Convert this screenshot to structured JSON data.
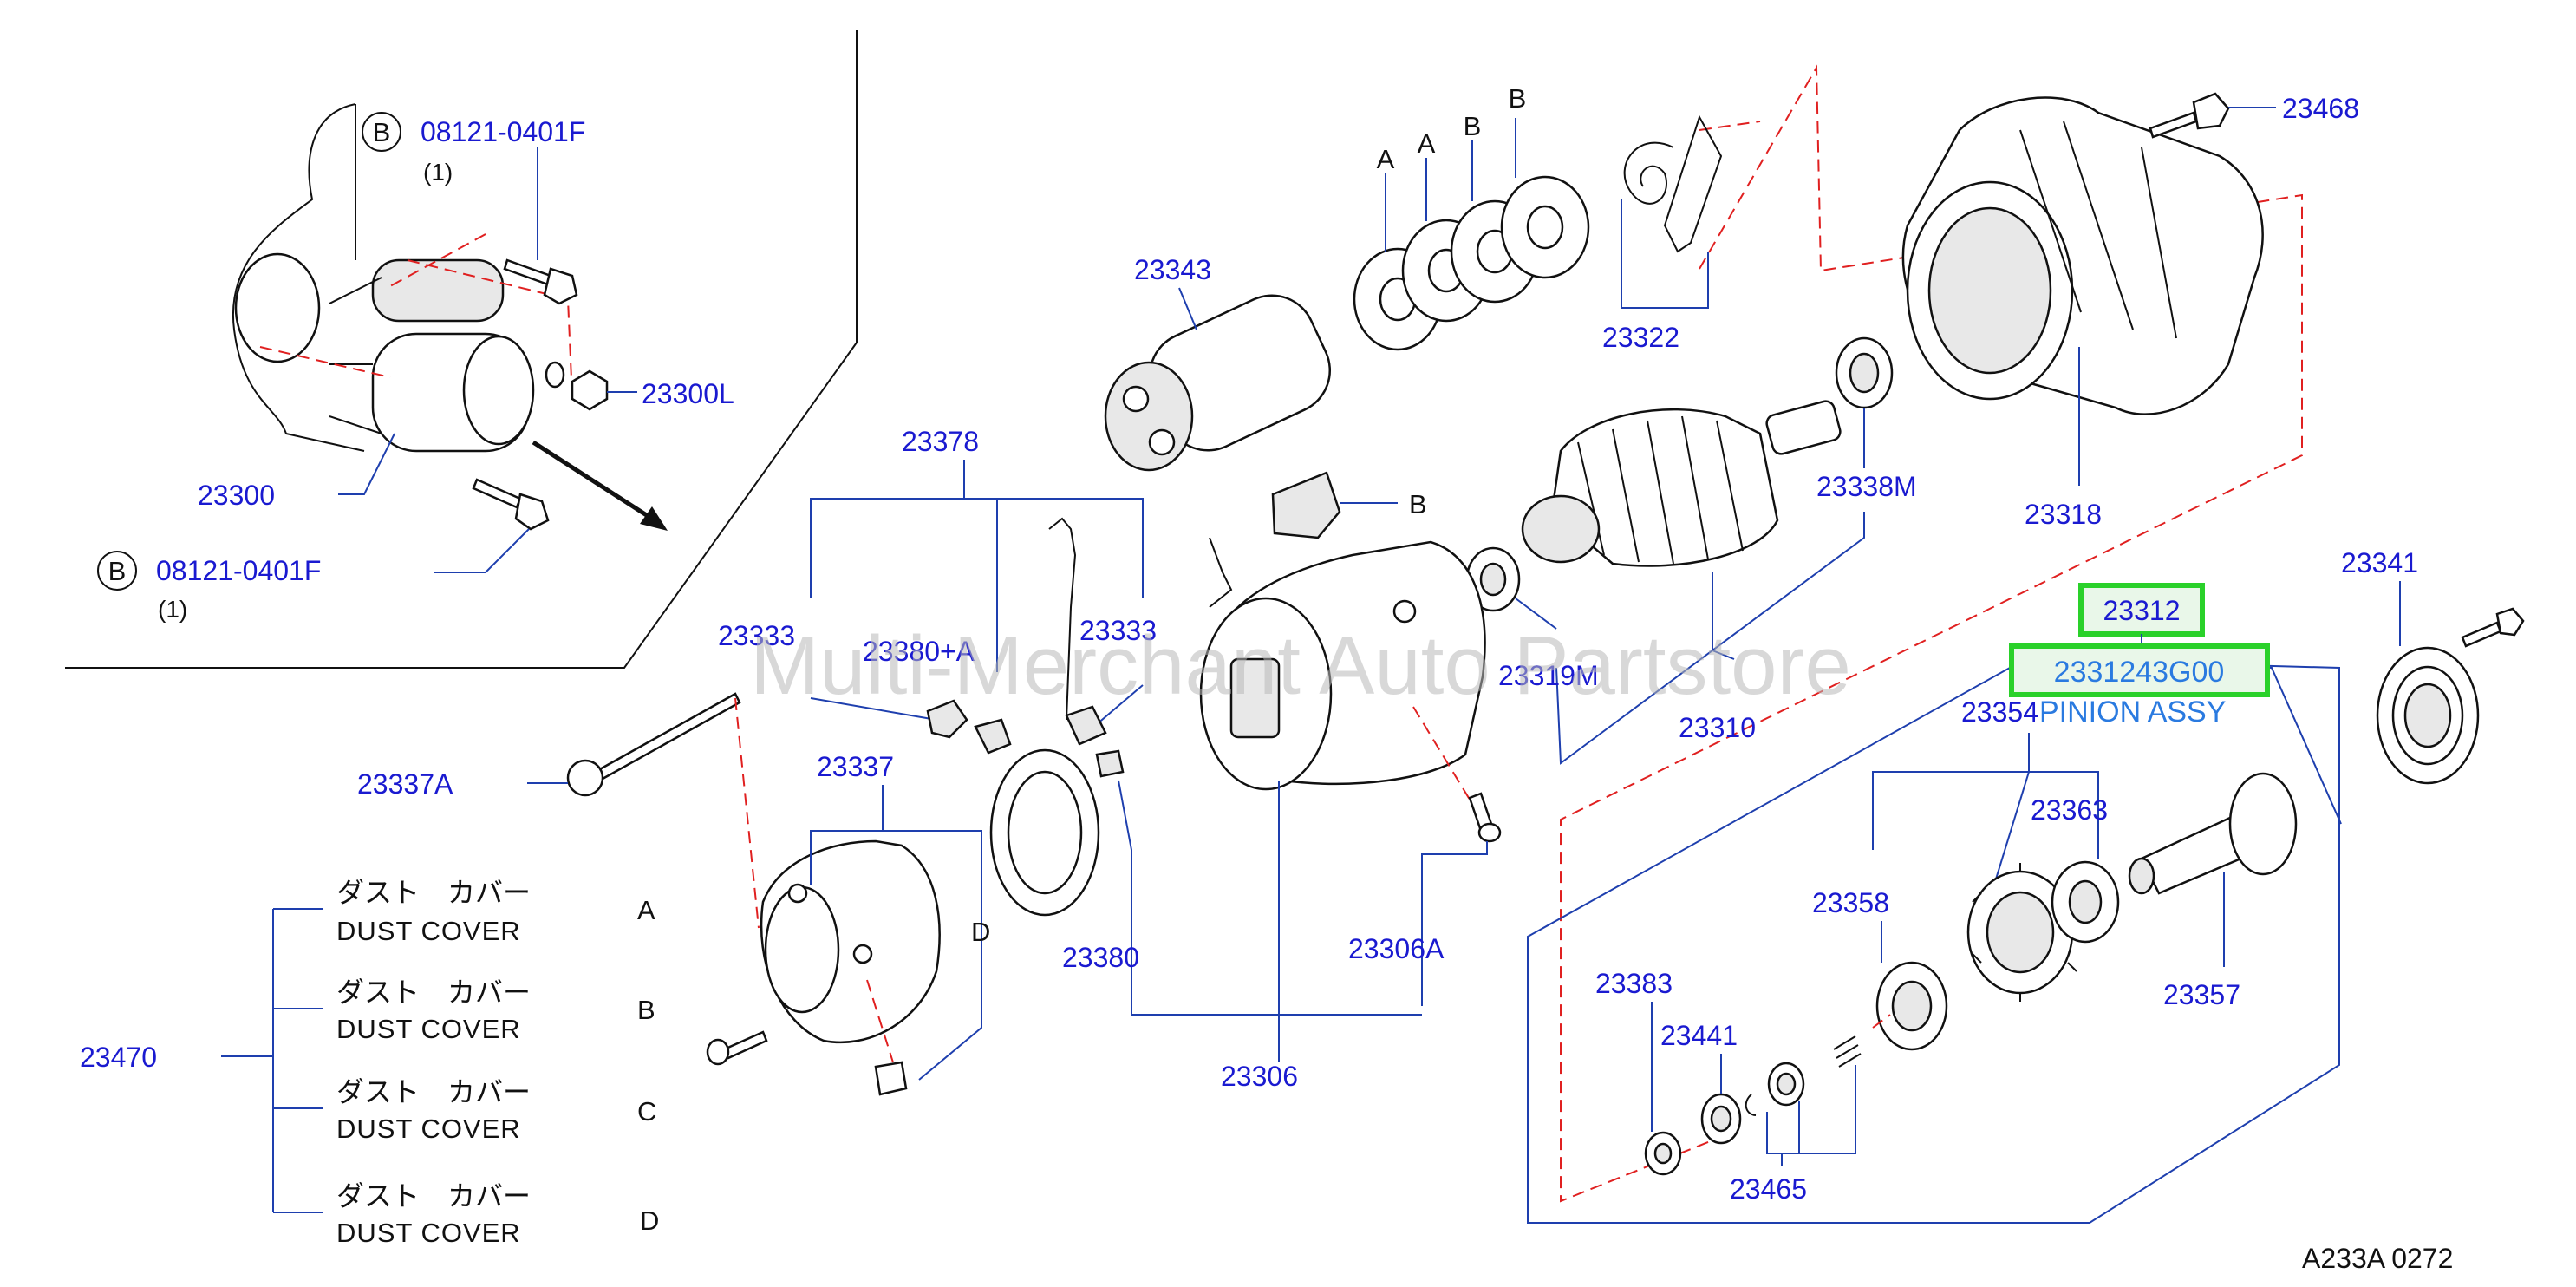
{
  "labels": {
    "p23343": "23343",
    "p23322": "23322",
    "p23468": "23468",
    "p23378": "23378",
    "p23338M": "23338M",
    "p23318": "23318",
    "p23341": "23341",
    "p23333a": "23333",
    "p23380A": "23380+A",
    "p23333b": "23333",
    "p23319M": "23319M",
    "p23310": "23310",
    "p23312": "23312",
    "p2331243G00": "2331243G00",
    "pinion_assy": "PINION ASSY",
    "p23354": "23354",
    "p23363": "23363",
    "p23337A": "23337A",
    "p23337": "23337",
    "p23358": "23358",
    "p23357": "23357",
    "p23380": "23380",
    "p23306A": "23306A",
    "p23383": "23383",
    "p23441": "23441",
    "p23306": "23306",
    "p23465": "23465",
    "p23470": "23470",
    "p23300": "23300",
    "p23300L": "23300L",
    "bolt_upper": "08121-0401F",
    "bolt_lower": "08121-0401F",
    "qty_upper": "(1)",
    "qty_lower": "(1)",
    "circle_b_upper": "B",
    "circle_b_lower": "B",
    "shim_a1": "A",
    "shim_a2": "A",
    "shim_b1": "B",
    "shim_b2": "B",
    "cover_b": "B",
    "cover_d": "D"
  },
  "legend": [
    {
      "jp": "ダスト　カバー",
      "en": "DUST  COVER",
      "letter": "A"
    },
    {
      "jp": "ダスト　カバー",
      "en": "DUST  COVER",
      "letter": "B"
    },
    {
      "jp": "ダスト　カバー",
      "en": "DUST  COVER",
      "letter": "C"
    },
    {
      "jp": "ダスト　カバー",
      "en": "DUST  COVER",
      "letter": "D"
    }
  ],
  "watermark": "Multi-Merchant Auto Partstore",
  "diagram_code": "A233A   0272",
  "colors": {
    "part_number": "#1a1ad0",
    "leader_line": "#1e3fae",
    "dashed_line": "#e02020",
    "highlight": "#2ad12a",
    "pinion_label": "#2a7ae0"
  }
}
